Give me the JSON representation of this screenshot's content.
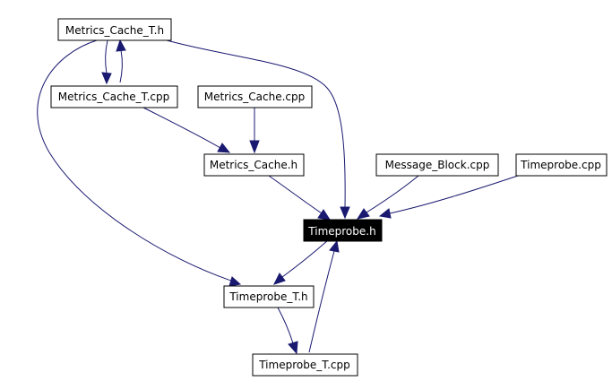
{
  "colors": {
    "edge": "#191970",
    "node_border": "#000000",
    "node_fill": "#ffffff",
    "focus_fill": "#000000",
    "focus_text": "#ffffff"
  },
  "diagram": {
    "focus_node": "timeprobe_h",
    "nodes": {
      "metrics_cache_t_h": "Metrics_Cache_T.h",
      "metrics_cache_t_cpp": "Metrics_Cache_T.cpp",
      "metrics_cache_cpp": "Metrics_Cache.cpp",
      "metrics_cache_h": "Metrics_Cache.h",
      "message_block_cpp": "Message_Block.cpp",
      "timeprobe_cpp": "Timeprobe.cpp",
      "timeprobe_h": "Timeprobe.h",
      "timeprobe_t_h": "Timeprobe_T.h",
      "timeprobe_t_cpp": "Timeprobe_T.cpp"
    },
    "edges": [
      {
        "from": "metrics_cache_t_h",
        "to": "metrics_cache_t_cpp"
      },
      {
        "from": "metrics_cache_t_cpp",
        "to": "metrics_cache_t_h"
      },
      {
        "from": "metrics_cache_t_h",
        "to": "timeprobe_h"
      },
      {
        "from": "metrics_cache_t_h",
        "to": "timeprobe_t_h"
      },
      {
        "from": "metrics_cache_t_cpp",
        "to": "metrics_cache_h"
      },
      {
        "from": "metrics_cache_cpp",
        "to": "metrics_cache_h"
      },
      {
        "from": "metrics_cache_h",
        "to": "timeprobe_h"
      },
      {
        "from": "message_block_cpp",
        "to": "timeprobe_h"
      },
      {
        "from": "timeprobe_cpp",
        "to": "timeprobe_h"
      },
      {
        "from": "timeprobe_h",
        "to": "timeprobe_t_h"
      },
      {
        "from": "timeprobe_t_h",
        "to": "timeprobe_t_cpp"
      },
      {
        "from": "timeprobe_t_cpp",
        "to": "timeprobe_h"
      }
    ]
  }
}
